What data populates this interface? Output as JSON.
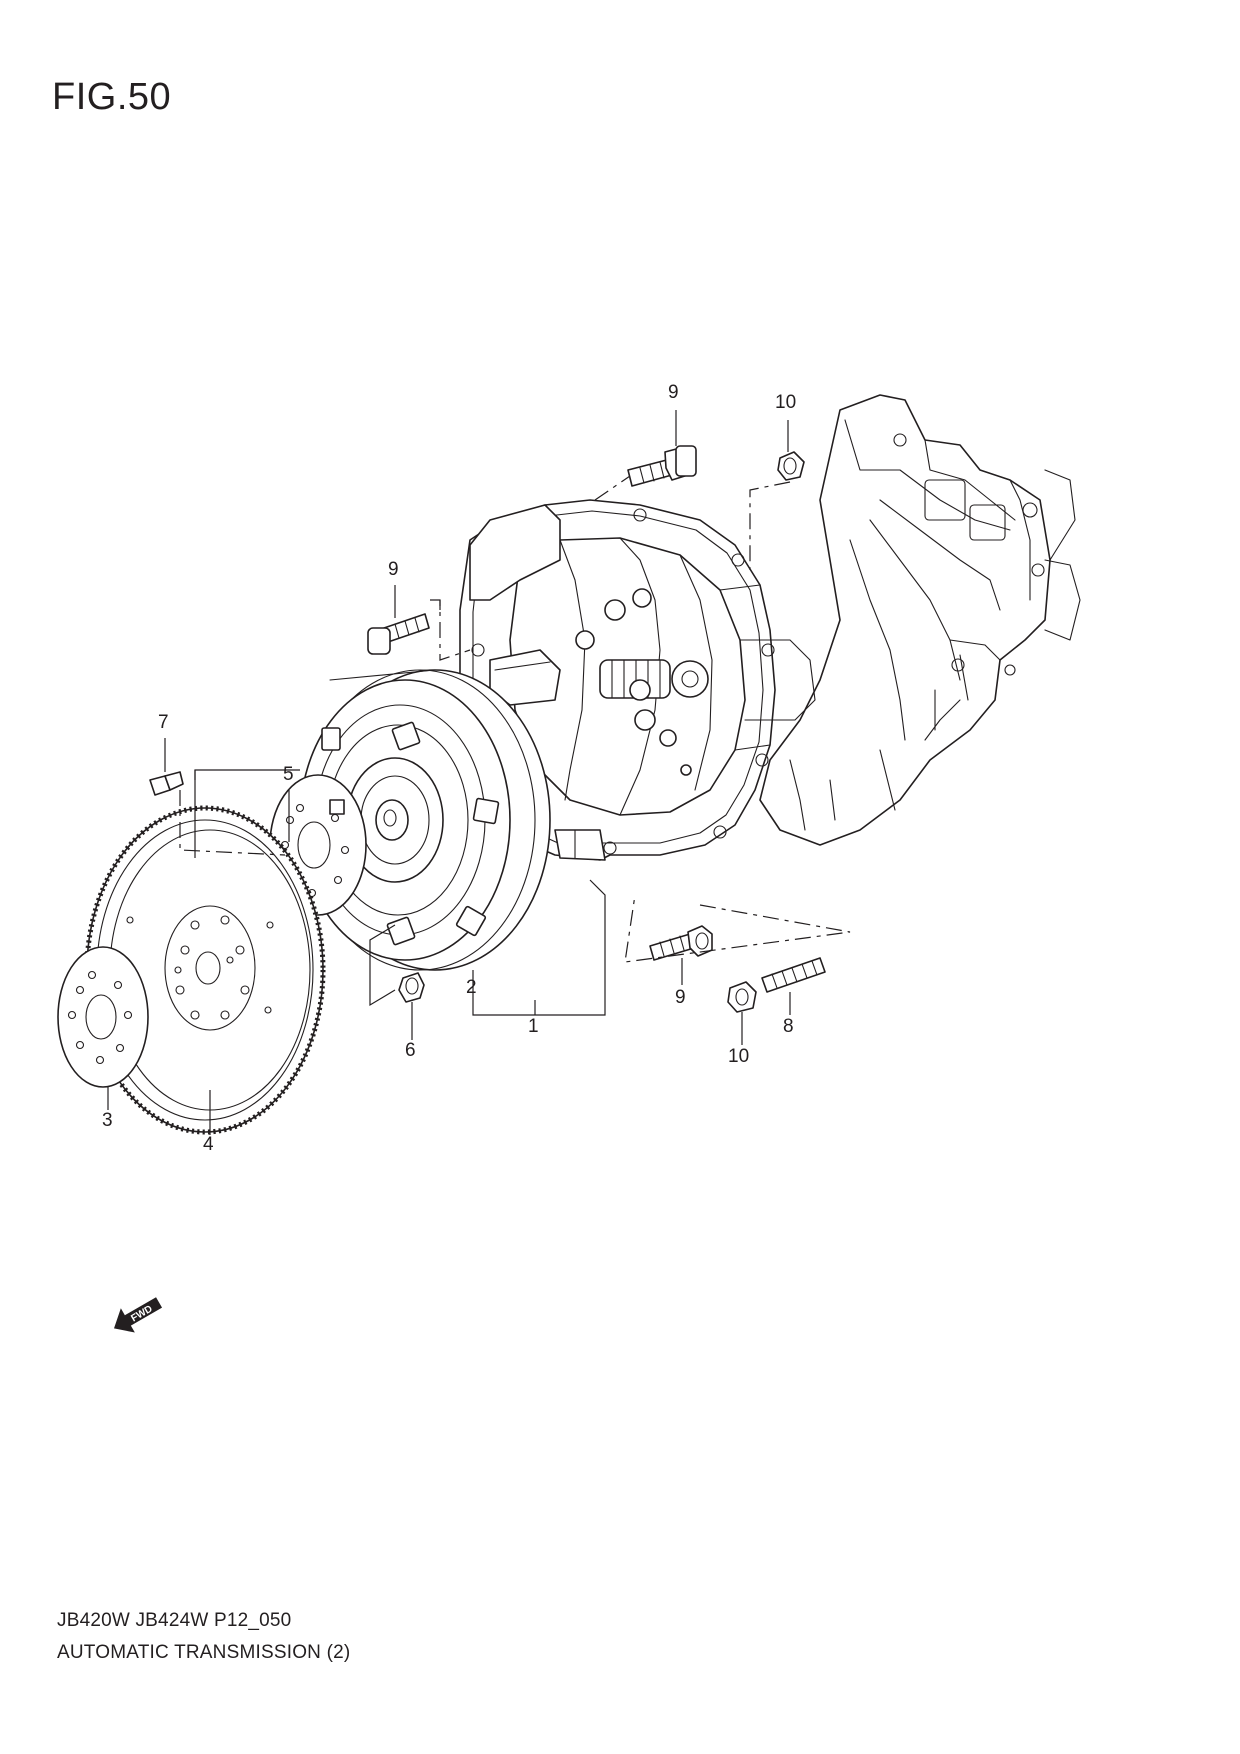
{
  "figure": {
    "title": "FIG.50"
  },
  "footer": {
    "model_code": "JB420W JB424W P12_050",
    "section_name": "AUTOMATIC TRANSMISSION (2)"
  },
  "callouts": [
    {
      "id": "c1",
      "label": "1"
    },
    {
      "id": "c2",
      "label": "2"
    },
    {
      "id": "c3",
      "label": "3"
    },
    {
      "id": "c4",
      "label": "4"
    },
    {
      "id": "c5",
      "label": "5"
    },
    {
      "id": "c6",
      "label": "6"
    },
    {
      "id": "c7",
      "label": "7"
    },
    {
      "id": "c8",
      "label": "8"
    },
    {
      "id": "c9a",
      "label": "9"
    },
    {
      "id": "c9b",
      "label": "9"
    },
    {
      "id": "c9c",
      "label": "9"
    },
    {
      "id": "c10a",
      "label": "10"
    },
    {
      "id": "c10b",
      "label": "10"
    }
  ],
  "fwd_symbol": {
    "icon": "fwd-arrow-icon",
    "text": "FWD"
  }
}
